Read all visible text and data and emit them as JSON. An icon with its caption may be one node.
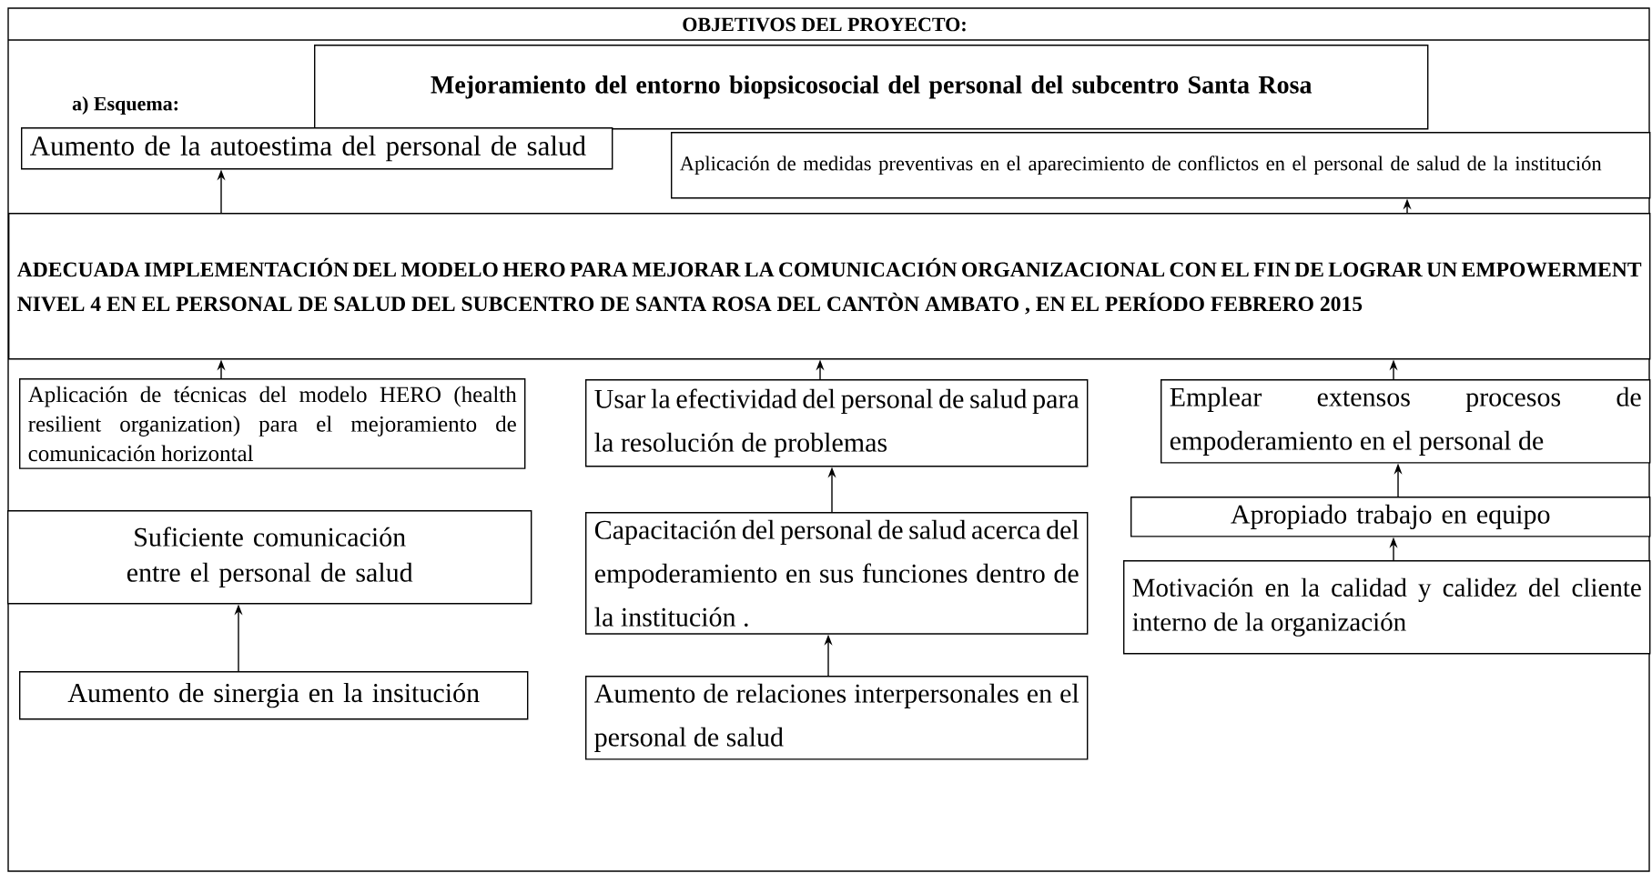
{
  "diagram": {
    "title": "OBJETIVOS DEL PROYECTO:",
    "nodes": [
      {
        "text": [
          "Mejoramiento del entorno biopsicosocial del personal del subcentro Santa Rosa"
        ]
      },
      {
        "text": [
          "Aumento de la autoestima del personal de salud"
        ]
      },
      {
        "text": [
          "Aplicación de medidas preventivas en el aparecimiento de conflictos en el personal de salud de la institución"
        ]
      },
      {
        "text": [
          "ADECUADA IMPLEMENTACIÓN DEL MODELO HERO PARA MEJORAR LA COMUNICACIÓN ORGANIZACIONAL CON EL FIN DE LOGRAR UN EMPOWERMENT NIVEL 4 EN EL PERSONAL DE SALUD DEL SUBCENTRO DE SANTA ROSA DEL CANTÒN AMBATO , EN EL PERÍODO FEBRERO 2015"
        ]
      },
      {
        "text": [
          "Aplicación de técnicas del modelo HERO (health resilient organization) para el mejoramiento de comunicación horizontal"
        ]
      },
      {
        "text": [
          "Usar la efectividad del personal de salud para la resolución de problemas"
        ]
      },
      {
        "text": [
          "Emplear extensos procesos de empoderamiento en el personal de"
        ]
      },
      {
        "text": [
          "Suficiente comunicación entre el personal de salud"
        ]
      },
      {
        "text": [
          "Capacitación del personal de salud acerca del empoderamiento en sus funciones dentro de la institución ."
        ]
      },
      {
        "text": [
          "Apropiado trabajo en equipo"
        ]
      },
      {
        "text": [
          "Motivación en la calidad y calidez del cliente interno de la organización"
        ]
      },
      {
        "text": [
          "Aumento de sinergia en la insitución"
        ]
      },
      {
        "text": [
          "Aumento de relaciones interpersonales en el personal de salud"
        ]
      }
    ],
    "edges": [
      {
        "from": 3,
        "to": 1,
        "arrow": "to"
      },
      {
        "from": 3,
        "to": 2,
        "arrow": "to"
      },
      {
        "from": 4,
        "to": 3,
        "arrow": "to"
      },
      {
        "from": 5,
        "to": 3,
        "arrow": "to"
      },
      {
        "from": 6,
        "to": 3,
        "arrow": "to"
      },
      {
        "from": 9,
        "to": 6,
        "arrow": "to"
      },
      {
        "from": 10,
        "to": 9,
        "arrow": "to"
      },
      {
        "from": 8,
        "to": 5,
        "arrow": "to"
      },
      {
        "from": 12,
        "to": 8,
        "arrow": "to"
      },
      {
        "from": 11,
        "to": 7,
        "arrow": "to"
      }
    ],
    "labels": [
      "a) Esquema:"
    ]
  }
}
